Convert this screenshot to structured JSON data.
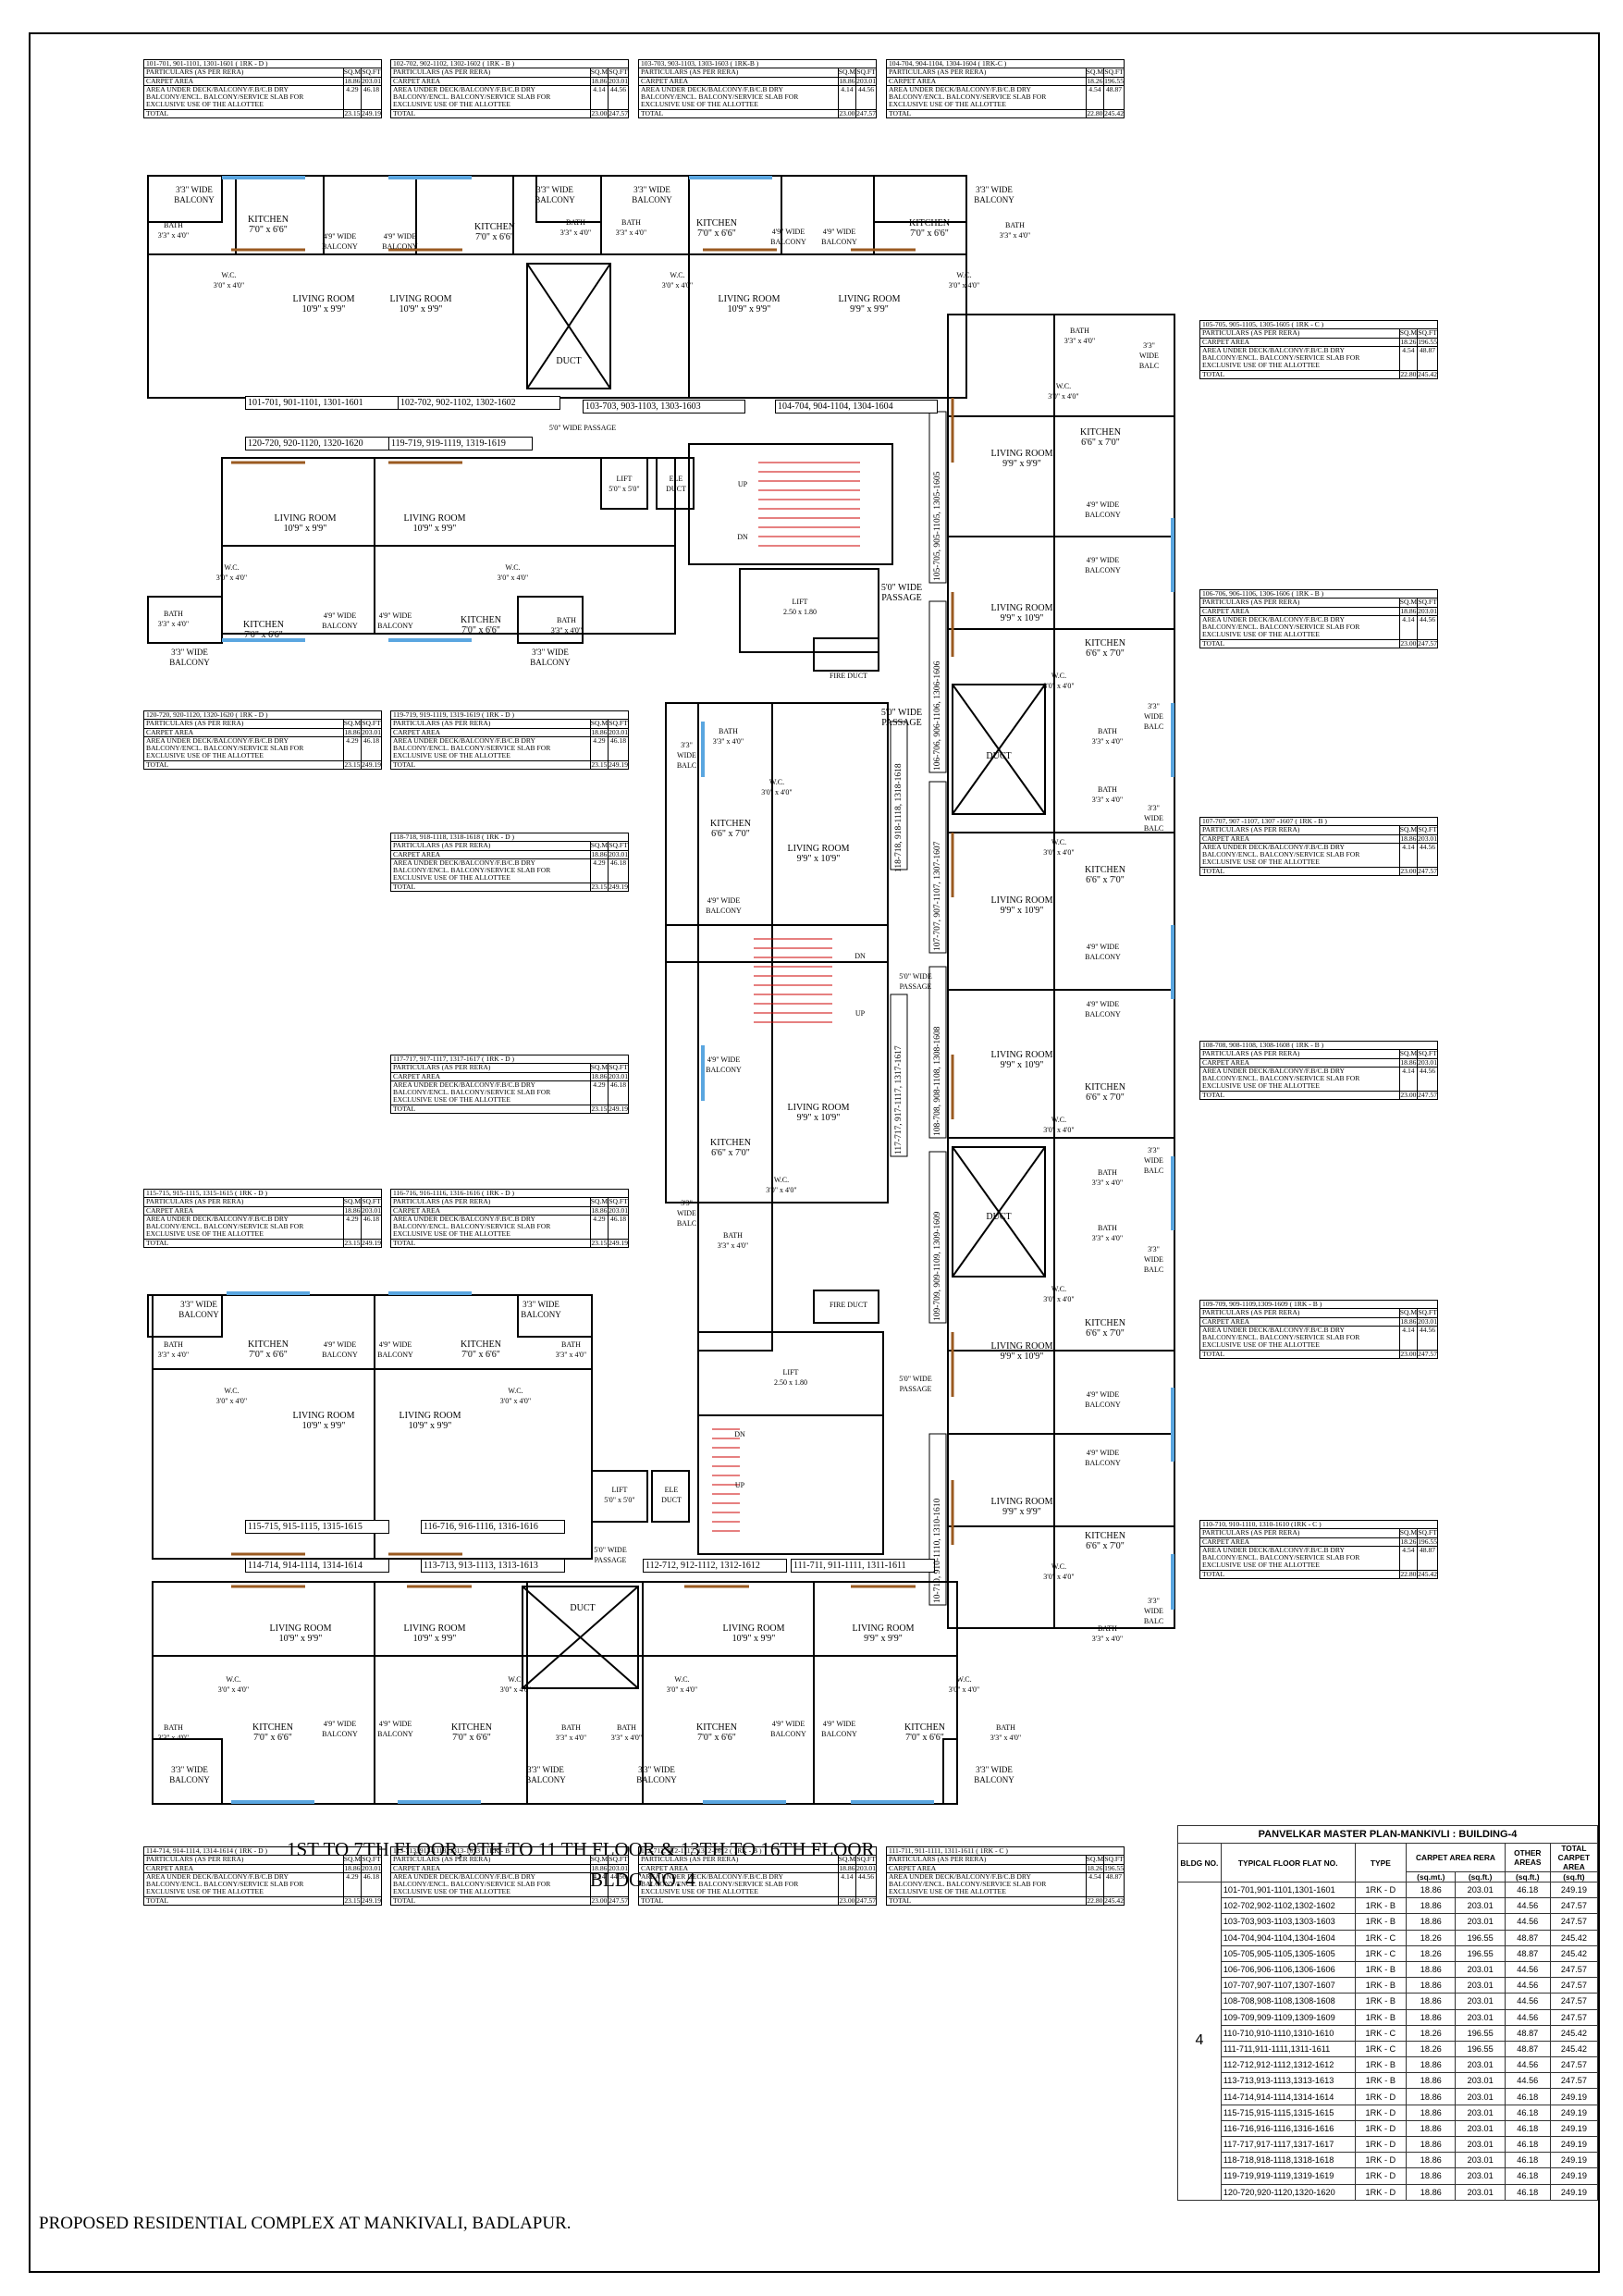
{
  "drawing": {
    "floor_title": "1ST  TO 7TH FLOOR,  9TH TO 11 TH FLOOR & 13TH TO 16TH FLOOR",
    "bldg_title": "BLDG NO. 4",
    "project_title": "PROPOSED RESIDENTIAL COMPLEX AT MANKIVALI, BADLAPUR."
  },
  "unit_table_rows": {
    "particulars": "PARTICULARS (AS PER RERA)",
    "sqm": "SQ.M",
    "sqft": "SQ.FT",
    "carpet": "CARPET AREA",
    "deck": "AREA UNDER DECK/BALCONY/F.B/C.B DRY BALCONY/ENCL. BALCONY/SERVICE SLAB FOR EXCLUSIVE USE OF THE ALLOTTEE",
    "total": "TOTAL"
  },
  "unit_tables": [
    {
      "id": "t101",
      "title": "101-701, 901-1101, 1301-1601  ( 1RK - D )",
      "carpet": [
        "18.86",
        "203.01"
      ],
      "deck": [
        "4.29",
        "46.18"
      ],
      "total": [
        "23.15",
        "249.19"
      ]
    },
    {
      "id": "t102",
      "title": "102-702, 902-1102, 1302-1602  ( 1RK - B )",
      "carpet": [
        "18.86",
        "203.01"
      ],
      "deck": [
        "4.14",
        "44.56"
      ],
      "total": [
        "23.00",
        "247.57"
      ]
    },
    {
      "id": "t103",
      "title": "103-703, 903-1103, 1303-1603  ( 1RK-B )",
      "carpet": [
        "18.86",
        "203.01"
      ],
      "deck": [
        "4.14",
        "44.56"
      ],
      "total": [
        "23.00",
        "247.57"
      ]
    },
    {
      "id": "t104",
      "title": "104-704, 904-1104, 1304-1604  ( 1RK-C )",
      "carpet": [
        "18.26",
        "196.55"
      ],
      "deck": [
        "4.54",
        "48.87"
      ],
      "total": [
        "22.80",
        "245.42"
      ]
    },
    {
      "id": "t105",
      "title": "105-705, 905-1105, 1305-1605  ( 1RK - C )",
      "carpet": [
        "18.26",
        "196.55"
      ],
      "deck": [
        "4.54",
        "48.87"
      ],
      "total": [
        "22.80",
        "245.42"
      ]
    },
    {
      "id": "t106",
      "title": "106-706, 906-1106, 1306-1606  ( 1RK - B )",
      "carpet": [
        "18.86",
        "203.01"
      ],
      "deck": [
        "4.14",
        "44.56"
      ],
      "total": [
        "23.00",
        "247.57"
      ]
    },
    {
      "id": "t107",
      "title": "107-707, 907 -1107, 1307 -1607 ( 1RK - B )",
      "carpet": [
        "18.86",
        "203.01"
      ],
      "deck": [
        "4.14",
        "44.56"
      ],
      "total": [
        "23.00",
        "247.57"
      ]
    },
    {
      "id": "t108",
      "title": "108-708, 908-1108, 1308-1608  ( 1RK - B )",
      "carpet": [
        "18.86",
        "203.01"
      ],
      "deck": [
        "4.14",
        "44.56"
      ],
      "total": [
        "23.00",
        "247.57"
      ]
    },
    {
      "id": "t109",
      "title": "109-709, 909-1109,1309-1609  ( 1RK - B )",
      "carpet": [
        "18.86",
        "203.01"
      ],
      "deck": [
        "4.14",
        "44.56"
      ],
      "total": [
        "23.00",
        "247.57"
      ]
    },
    {
      "id": "t110",
      "title": "110-710, 910-1110, 1310-1610 (1RK - C )",
      "carpet": [
        "18.26",
        "196.55"
      ],
      "deck": [
        "4.54",
        "48.87"
      ],
      "total": [
        "22.80",
        "245.42"
      ]
    },
    {
      "id": "t120",
      "title": "120-720, 920-1120, 1320-1620  ( 1RK - D )",
      "carpet": [
        "18.86",
        "203.01"
      ],
      "deck": [
        "4.29",
        "46.18"
      ],
      "total": [
        "23.15",
        "249.19"
      ]
    },
    {
      "id": "t119",
      "title": "119-719, 919-1119, 1319-1619  ( 1RK - D )",
      "carpet": [
        "18.86",
        "203.01"
      ],
      "deck": [
        "4.29",
        "46.18"
      ],
      "total": [
        "23.15",
        "249.19"
      ]
    },
    {
      "id": "t118",
      "title": "118-718, 918-1118, 1318-1618  ( 1RK - D )",
      "carpet": [
        "18.86",
        "203.01"
      ],
      "deck": [
        "4.29",
        "46.18"
      ],
      "total": [
        "23.15",
        "249.19"
      ]
    },
    {
      "id": "t117",
      "title": "117-717, 917-1117, 1317-1617  ( 1RK - D )",
      "carpet": [
        "18.86",
        "203.01"
      ],
      "deck": [
        "4.29",
        "46.18"
      ],
      "total": [
        "23.15",
        "249.19"
      ]
    },
    {
      "id": "t115",
      "title": "115-715, 915-1115, 1315-1615  ( 1RK - D )",
      "carpet": [
        "18.86",
        "203.01"
      ],
      "deck": [
        "4.29",
        "46.18"
      ],
      "total": [
        "23.15",
        "249.19"
      ]
    },
    {
      "id": "t116",
      "title": "116-716, 916-1116, 1316-1616  ( 1RK - D )",
      "carpet": [
        "18.86",
        "203.01"
      ],
      "deck": [
        "4.29",
        "46.18"
      ],
      "total": [
        "23.15",
        "249.19"
      ]
    },
    {
      "id": "t114",
      "title": "114-714, 914-1114, 1314-1614  ( 1RK - D )",
      "carpet": [
        "18.86",
        "203.01"
      ],
      "deck": [
        "4.29",
        "46.18"
      ],
      "total": [
        "23.15",
        "249.19"
      ]
    },
    {
      "id": "t113",
      "title": "113-713, 913-1113, 1313-1613  ( 1RK - B )",
      "carpet": [
        "18.86",
        "203.01"
      ],
      "deck": [
        "4.14",
        "44.56"
      ],
      "total": [
        "23.00",
        "247.57"
      ]
    },
    {
      "id": "t112",
      "title": "112-712, 912-1112, 1312-1612  ( 1RK - B )",
      "carpet": [
        "18.86",
        "203.01"
      ],
      "deck": [
        "4.14",
        "44.56"
      ],
      "total": [
        "23.00",
        "247.57"
      ]
    },
    {
      "id": "t111",
      "title": "111-711, 911-1111, 1311-1611  ( 1RK - C )",
      "carpet": [
        "18.26",
        "196.55"
      ],
      "deck": [
        "4.54",
        "48.87"
      ],
      "total": [
        "22.80",
        "245.42"
      ]
    }
  ],
  "flat_labels": {
    "f101": "101-701, 901-1101, 1301-1601",
    "f102": "102-702, 902-1102, 1302-1602",
    "f103": "103-703, 903-1103, 1303-1603",
    "f104": "104-704, 904-1104, 1304-1604",
    "f120": "120-720, 920-1120, 1320-1620",
    "f119": "119-719, 919-1119, 1319-1619",
    "f115": "115-715, 915-1115, 1315-1615",
    "f116": "116-716, 916-1116, 1316-1616",
    "f114": "114-714, 914-1114, 1314-1614",
    "f113": "113-713, 913-1113, 1313-1613",
    "f112": "112-712, 912-1112, 1312-1612",
    "f111": "111-711, 911-1111, 1311-1611",
    "v105": "105-705, 905-1105, 1305-1605",
    "v106": "106-706, 906-1106, 1306-1606",
    "v107": "107-707, 907-1107, 1307-1607",
    "v108": "108-708, 908-1108, 1308-1608",
    "v109": "109-709, 909-1109, 1309-1609",
    "v110": "10-710, 910-1110, 1310-1610",
    "v118": "118-718, 918-1118, 1318-1618",
    "v117": "117-717, 917-1117, 1317-1617"
  },
  "room_labels": {
    "kitchen": "KITCHEN",
    "kitchen_size": "7'0\" x 6'6\"",
    "kitchen_size_b": "6'6\" x 7'0\"",
    "living": "LIVING ROOM",
    "living_size": "10'9\" x 9'9\"",
    "living_size_b": "9'9\" x 10'9\"",
    "living_size_c": "9'9\" x 9'9\"",
    "bath": "BATH",
    "bath_size": "3'3\" x 4'0\"",
    "wc": "W.C.",
    "wc_size": "3'0\" x 4'0\"",
    "balc33": "3'3\" WIDE BALCONY",
    "balc49": "4'9\" WIDE BALCONY",
    "balc_short": "3'3\" WIDE BALC",
    "duct": "DUCT",
    "lift": "LIFT",
    "lift_size": "2.50 x 1.80",
    "lift_small": "LIFT",
    "lift_small_size": "5'0\" x 5'0\"",
    "ele_duct": "ELE DUCT",
    "fire_duct": "FIRE DUCT",
    "passage": "5'0\" WIDE PASSAGE",
    "up": "UP",
    "dn": "DN"
  },
  "summary": {
    "title": "PANVELKAR MASTER PLAN-MANKIVLI : BUILDING-4",
    "headers": {
      "bldg": "BLDG NO.",
      "flat": "TYPICAL FLOOR FLAT NO.",
      "type": "TYPE",
      "carpet": "CARPET AREA RERA",
      "other": "OTHER AREAS",
      "total": "TOTAL CARPET AREA",
      "sqmt": "(sq.mt.)",
      "sqft": "(sq.ft.)",
      "sqft2": "(sq.ft.)",
      "sqft3": "(sq.ft)"
    },
    "bldg_no": "4",
    "rows": [
      [
        "101-701,901-1101,1301-1601",
        "1RK - D",
        "18.86",
        "203.01",
        "46.18",
        "249.19"
      ],
      [
        "102-702,902-1102,1302-1602",
        "1RK - B",
        "18.86",
        "203.01",
        "44.56",
        "247.57"
      ],
      [
        "103-703,903-1103,1303-1603",
        "1RK - B",
        "18.86",
        "203.01",
        "44.56",
        "247.57"
      ],
      [
        "104-704,904-1104,1304-1604",
        "1RK - C",
        "18.26",
        "196.55",
        "48.87",
        "245.42"
      ],
      [
        "105-705,905-1105,1305-1605",
        "1RK - C",
        "18.26",
        "196.55",
        "48.87",
        "245.42"
      ],
      [
        "106-706,906-1106,1306-1606",
        "1RK - B",
        "18.86",
        "203.01",
        "44.56",
        "247.57"
      ],
      [
        "107-707,907-1107,1307-1607",
        "1RK - B",
        "18.86",
        "203.01",
        "44.56",
        "247.57"
      ],
      [
        "108-708,908-1108,1308-1608",
        "1RK - B",
        "18.86",
        "203.01",
        "44.56",
        "247.57"
      ],
      [
        "109-709,909-1109,1309-1609",
        "1RK - B",
        "18.86",
        "203.01",
        "44.56",
        "247.57"
      ],
      [
        "110-710,910-1110,1310-1610",
        "1RK - C",
        "18.26",
        "196.55",
        "48.87",
        "245.42"
      ],
      [
        "111-711,911-1111,1311-1611",
        "1RK - C",
        "18.26",
        "196.55",
        "48.87",
        "245.42"
      ],
      [
        "112-712,912-1112,1312-1612",
        "1RK - B",
        "18.86",
        "203.01",
        "44.56",
        "247.57"
      ],
      [
        "113-713,913-1113,1313-1613",
        "1RK - B",
        "18.86",
        "203.01",
        "44.56",
        "247.57"
      ],
      [
        "114-714,914-1114,1314-1614",
        "1RK - D",
        "18.86",
        "203.01",
        "46.18",
        "249.19"
      ],
      [
        "115-715,915-1115,1315-1615",
        "1RK - D",
        "18.86",
        "203.01",
        "46.18",
        "249.19"
      ],
      [
        "116-716,916-1116,1316-1616",
        "1RK - D",
        "18.86",
        "203.01",
        "46.18",
        "249.19"
      ],
      [
        "117-717,917-1117,1317-1617",
        "1RK - D",
        "18.86",
        "203.01",
        "46.18",
        "249.19"
      ],
      [
        "118-718,918-1118,1318-1618",
        "1RK - D",
        "18.86",
        "203.01",
        "46.18",
        "249.19"
      ],
      [
        "119-719,919-1119,1319-1619",
        "1RK - D",
        "18.86",
        "203.01",
        "46.18",
        "249.19"
      ],
      [
        "120-720,920-1120,1320-1620",
        "1RK - D",
        "18.86",
        "203.01",
        "46.18",
        "249.19"
      ]
    ]
  }
}
